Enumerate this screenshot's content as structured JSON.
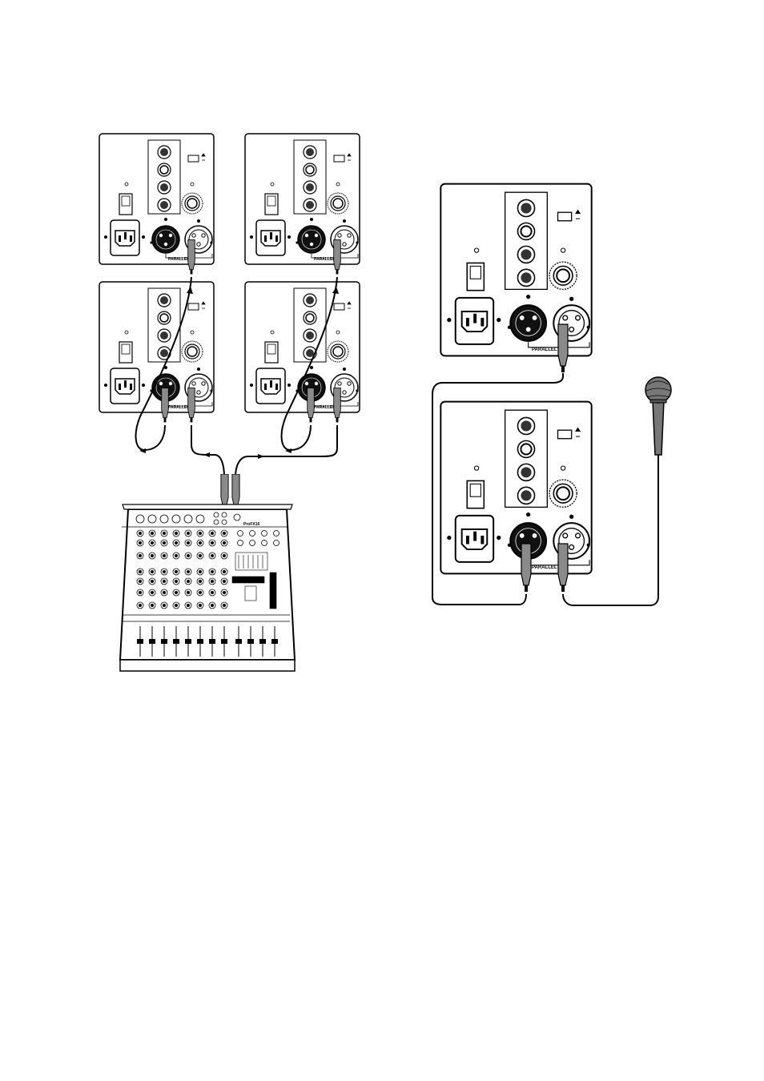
{
  "diagram": {
    "parallel_label": "PARALLEL",
    "mixer_brand": "ProFX16",
    "colors": {
      "line": "#000000",
      "panel": "#ffffff",
      "plug_grey": "#8a8a8a",
      "knob_dark": "#222222",
      "connector_black": "#111111",
      "mic_grey": "#777777"
    },
    "components": [
      {
        "name": "speaker-panel-top-left"
      },
      {
        "name": "speaker-panel-top-right"
      },
      {
        "name": "speaker-panel-bottom-left"
      },
      {
        "name": "speaker-panel-bottom-right"
      },
      {
        "name": "speaker-panel-large-top"
      },
      {
        "name": "speaker-panel-large-bottom"
      },
      {
        "name": "mixer-console"
      },
      {
        "name": "handheld-microphone"
      }
    ]
  }
}
